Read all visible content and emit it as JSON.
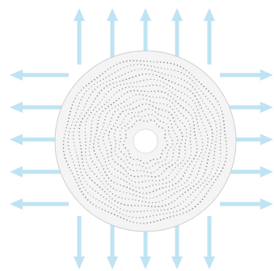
{
  "figure": {
    "background_color": "#ffffff",
    "arrow_color": "#bfe3f2",
    "disc_fill_color": "#f4f4f4",
    "disc_stroke_color": "#cfcfcf",
    "dot_color": "#6f6f6f",
    "center_hole_color": "#ffffff",
    "arrow_directions": [
      "up",
      "down",
      "left",
      "right"
    ],
    "arrows_per_side": 5,
    "text": []
  }
}
